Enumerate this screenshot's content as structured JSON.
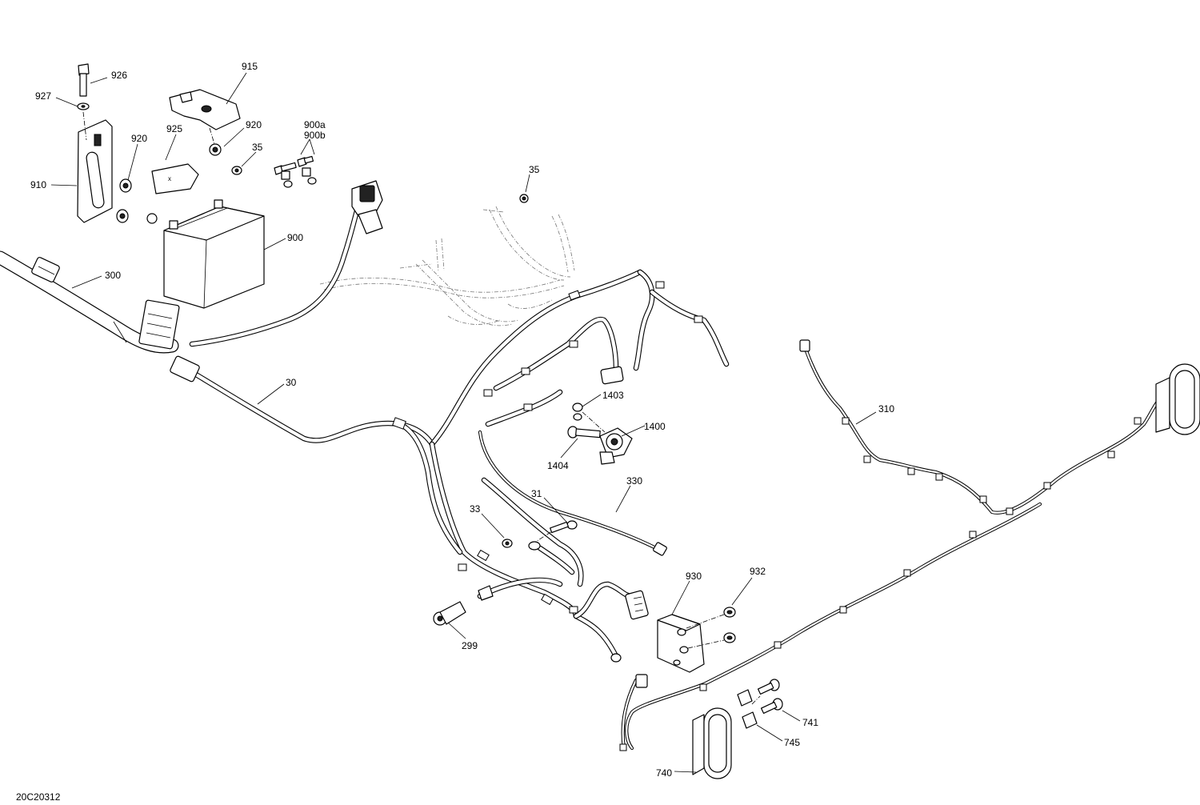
{
  "diagram": {
    "drawing_number": "20C20312",
    "callouts": [
      {
        "key": "c926",
        "text": "926"
      },
      {
        "key": "c927",
        "text": "927"
      },
      {
        "key": "c915",
        "text": "915"
      },
      {
        "key": "c925",
        "text": "925"
      },
      {
        "key": "c920a",
        "text": "920"
      },
      {
        "key": "c920b",
        "text": "920"
      },
      {
        "key": "c900a",
        "text": "900a"
      },
      {
        "key": "c900b",
        "text": "900b"
      },
      {
        "key": "c35a",
        "text": "35"
      },
      {
        "key": "c35b",
        "text": "35"
      },
      {
        "key": "c910",
        "text": "910"
      },
      {
        "key": "c900",
        "text": "900"
      },
      {
        "key": "c300",
        "text": "300"
      },
      {
        "key": "c30",
        "text": "30"
      },
      {
        "key": "c1403",
        "text": "1403"
      },
      {
        "key": "c1400",
        "text": "1400"
      },
      {
        "key": "c1404",
        "text": "1404"
      },
      {
        "key": "c310",
        "text": "310"
      },
      {
        "key": "c330",
        "text": "330"
      },
      {
        "key": "c31",
        "text": "31"
      },
      {
        "key": "c33",
        "text": "33"
      },
      {
        "key": "c930",
        "text": "930"
      },
      {
        "key": "c932",
        "text": "932"
      },
      {
        "key": "c299",
        "text": "299"
      },
      {
        "key": "c741",
        "text": "741"
      },
      {
        "key": "c745",
        "text": "745"
      },
      {
        "key": "c740",
        "text": "740"
      }
    ]
  }
}
